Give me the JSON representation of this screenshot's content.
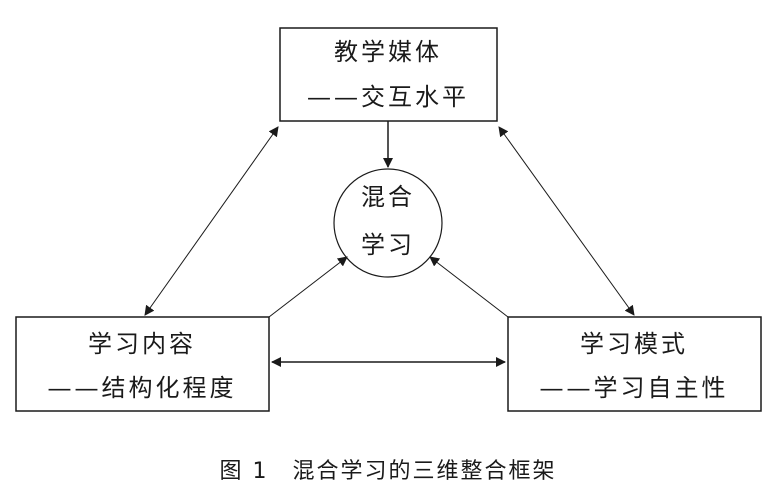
{
  "nodes": {
    "media": {
      "title": "教学媒体",
      "subtitle": "——交互水平"
    },
    "blended": {
      "line1": "混合",
      "line2": "学习"
    },
    "content": {
      "title": "学习内容",
      "subtitle": "——结构化程度"
    },
    "mode": {
      "title": "学习模式",
      "subtitle": "——学习自主性"
    }
  },
  "caption": "图 1　混合学习的三维整合框架"
}
